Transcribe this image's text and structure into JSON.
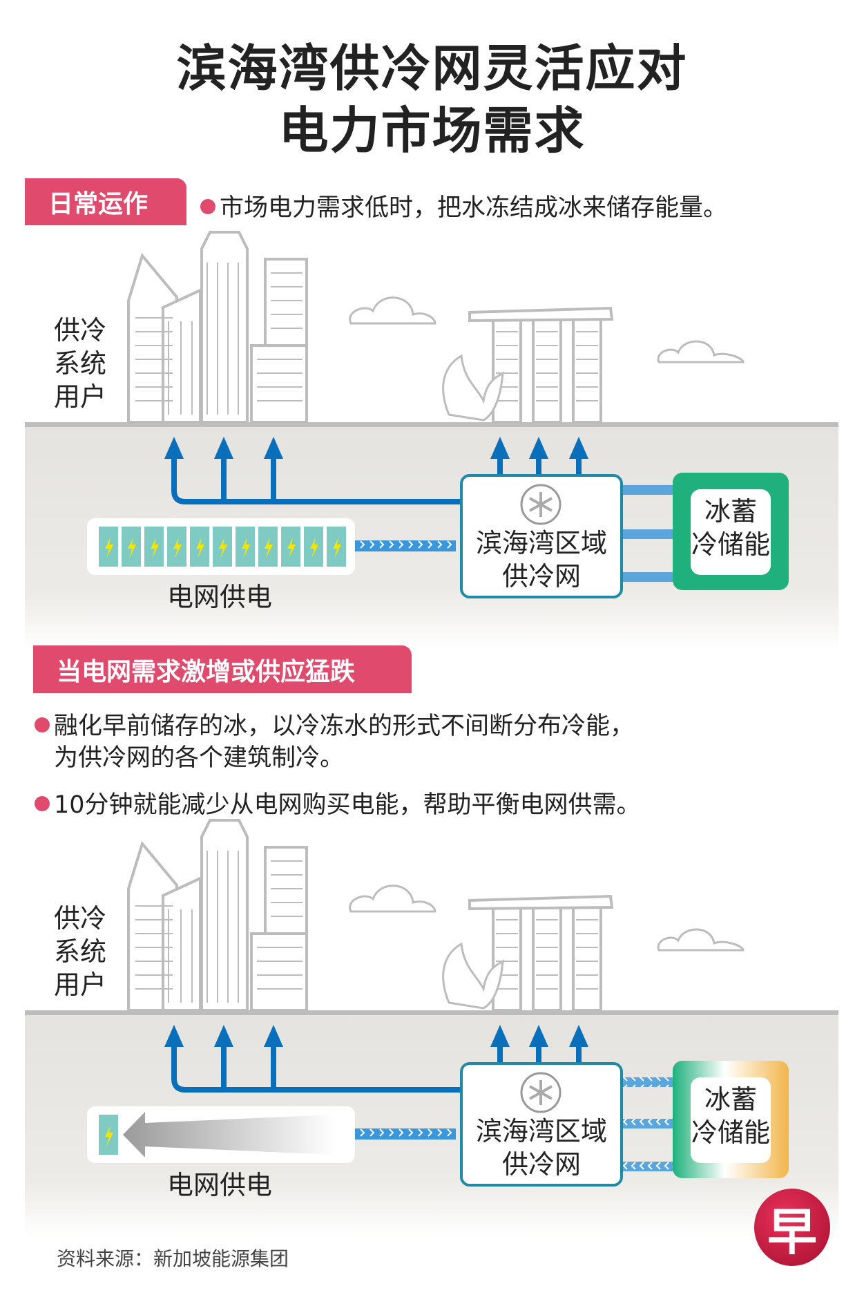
{
  "title": {
    "line1": "滨海湾供冷网灵活应对",
    "line2": "电力市场需求"
  },
  "section1": {
    "badge": "日常运作",
    "bullets": [
      "市场电力需求低时，把水冻结成冰来储存能量。"
    ]
  },
  "section2": {
    "badge": "当电网需求激增或供应猛跌",
    "bullets": [
      "融化早前储存的冰，以冷冻水的形式不间断分布冷能，",
      "为供冷网的各个建筑制冷。",
      "10分钟就能减少从电网购买电能，帮助平衡电网供需。"
    ]
  },
  "scene": {
    "users_label": [
      "供冷",
      "系统",
      "用户"
    ],
    "grid_label": "电网供电",
    "network_label": [
      "滨海湾区域",
      "供冷网"
    ],
    "storage_label": [
      "冰蓄",
      "冷储能"
    ]
  },
  "footer": {
    "source": "资料来源：新加坡能源集团"
  },
  "logo": {
    "char": "早"
  },
  "colors": {
    "accent": "#e04a6c",
    "pipe": "#0a6fbb",
    "light_pipe": "#5aa6dc",
    "storage": "#1fb07d",
    "battery": "#7fcbc4",
    "melt": "#f2b54a"
  }
}
